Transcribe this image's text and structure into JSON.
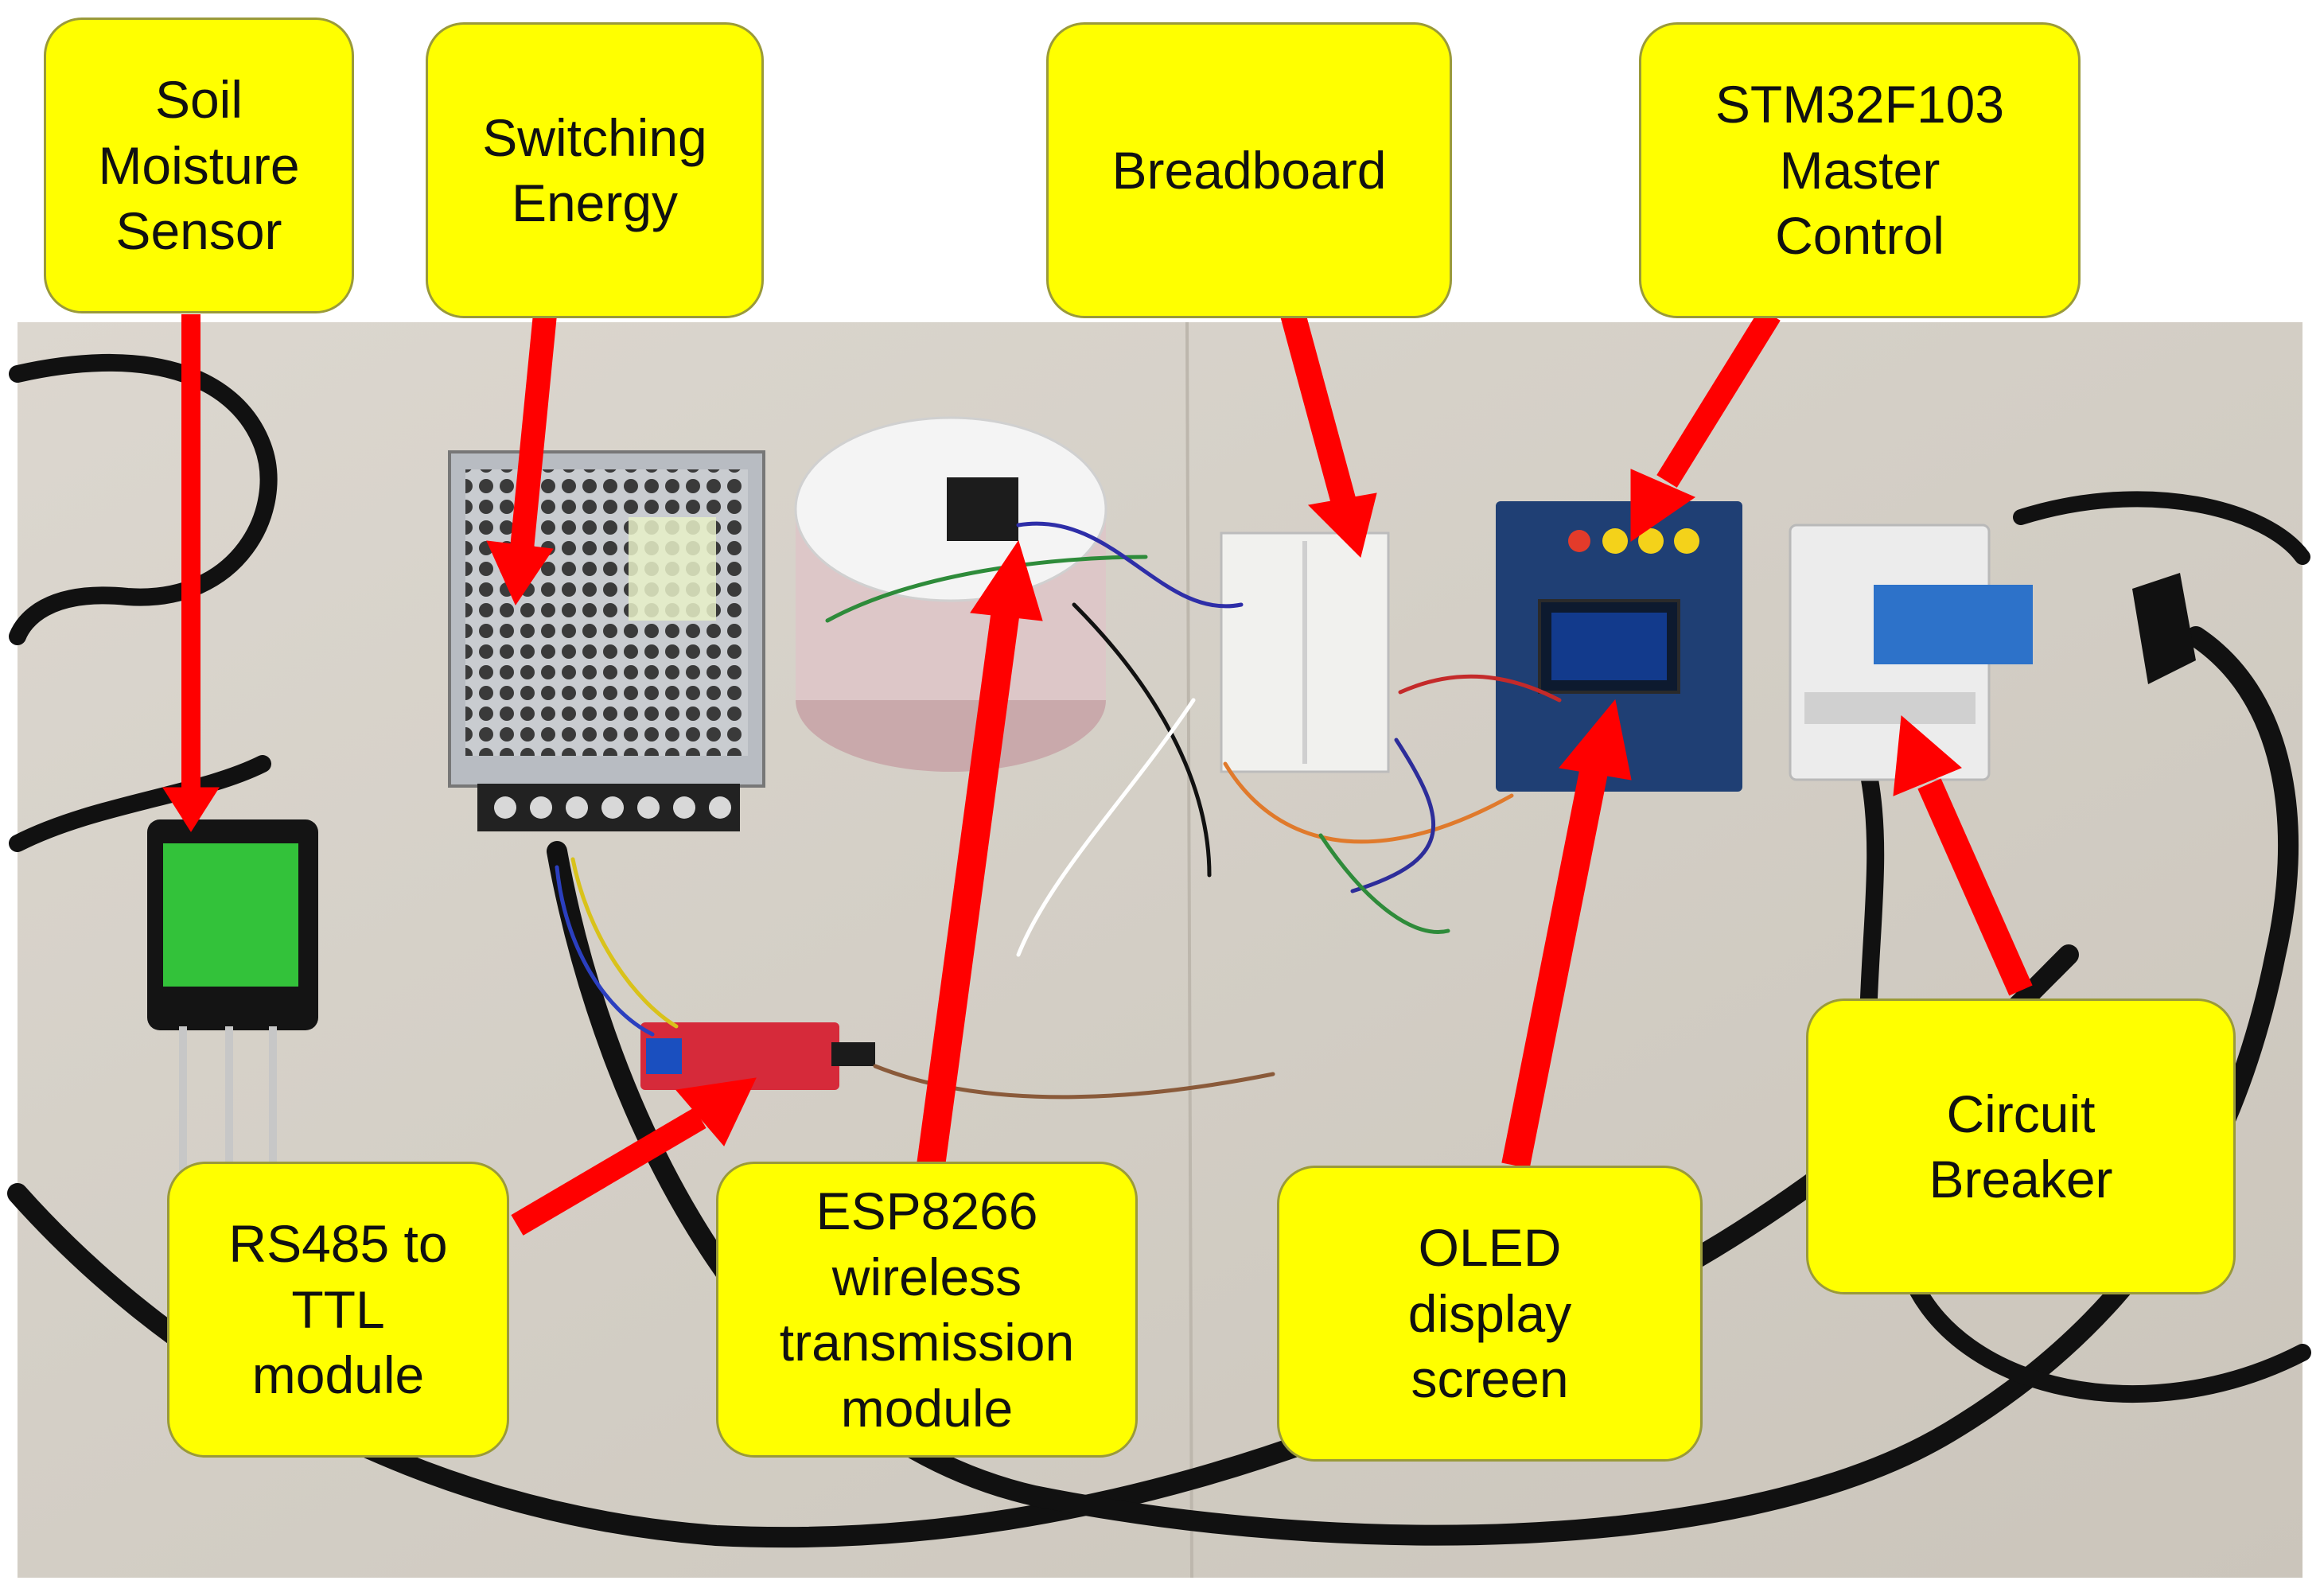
{
  "colors": {
    "callout_fill": "#ffff00",
    "arrow": "#ff0000",
    "floor": "#d9d4cc",
    "cable": "#111111"
  },
  "labels": {
    "soil_moisture_sensor": "Soil\nMoisture\nSensor",
    "switching_energy": "Switching\nEnergy",
    "breadboard": "Breadboard",
    "stm32_master_control": "STM32F103\nMaster\nControl",
    "rs485_ttl_module": "RS485 to\nTTL\nmodule",
    "esp8266_module": "ESP8266\nwireless\ntransmission\nmodule",
    "oled_display": "OLED\ndisplay\nscreen",
    "circuit_breaker": "Circuit\nBreaker"
  }
}
